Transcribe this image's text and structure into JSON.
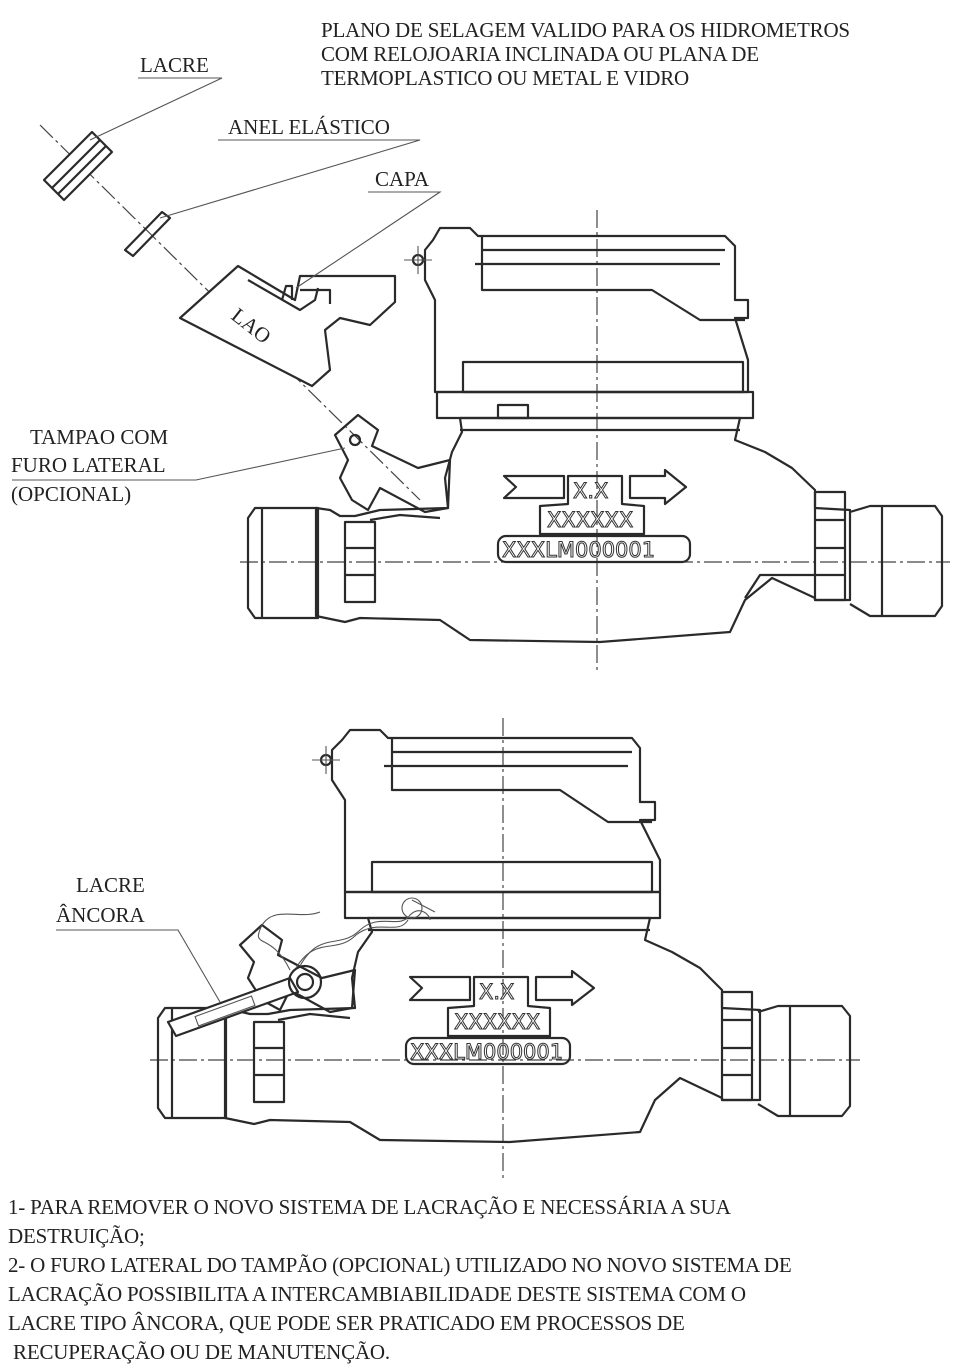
{
  "title_lines": [
    "PLANO DE SELAGEM VALIDO PARA OS HIDROMETROS",
    "COM RELOJOARIA INCLINADA OU PLANA DE",
    "TERMOPLASTICO OU METAL E VIDRO"
  ],
  "labels": {
    "lacre": "LACRE",
    "anel": "ANEL ELÁSTICO",
    "capa": "CAPA",
    "tampao_line1": "TAMPAO COM",
    "tampao_line2": "FURO LATERAL",
    "tampao_line3": "(OPCIONAL)",
    "lacre_ancora_line1": "LACRE",
    "lacre_ancora_line2": "ÂNCORA",
    "capa_mark": "LAO"
  },
  "meter_markings": {
    "top_code": "X.X",
    "middle_code": "XXXXXX",
    "serial": "XXXLM000001"
  },
  "notes": [
    "1- PARA REMOVER O NOVO SISTEMA DE LACRAÇÃO E NECESSÁRIA A SUA",
    "DESTRUIÇÃO;",
    "2- O FURO LATERAL DO TAMPÃO (OPCIONAL) UTILIZADO NO NOVO SISTEMA DE",
    "LACRAÇÃO POSSIBILITA A INTERCAMBIABILIDADE DESTE SISTEMA COM O",
    "LACRE TIPO ÂNCORA, QUE PODE SER PRATICADO EM PROCESSOS DE",
    " RECUPERAÇÃO OU DE MANUTENÇÃO."
  ]
}
